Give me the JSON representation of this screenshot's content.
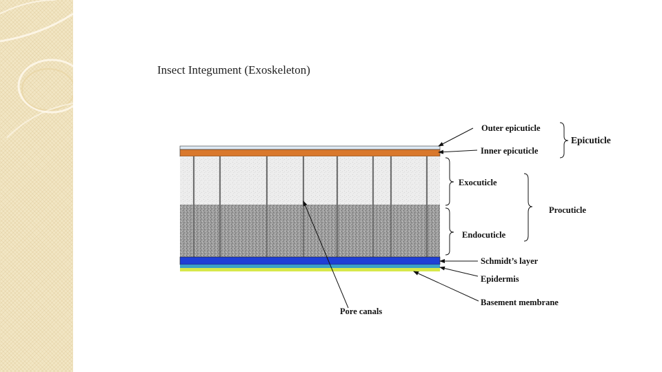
{
  "slide": {
    "title": "Insect Integument (Exoskeleton)"
  },
  "colors": {
    "sidebar": "#f2e6c4",
    "outer_epicuticle": "#dfeaf4",
    "inner_epicuticle": "#d9782c",
    "exocuticle": "#ececec",
    "endocuticle": "#9a9a9a",
    "schmidts_layer": "#1f3fd6",
    "epidermis": "#3aa0c8",
    "basement_membrane": "#d7e84a"
  },
  "diagram": {
    "labels": {
      "outer_epicuticle": "Outer epicuticle",
      "inner_epicuticle": "Inner epicuticle",
      "epicuticle": "Epicuticle",
      "exocuticle": "Exocuticle",
      "procuticle": "Procuticle",
      "endocuticle": "Endocuticle",
      "schmidts_layer": "Schmidt’s layer",
      "epidermis": "Epidermis",
      "basement_membrane": "Basement membrane",
      "pore_canals": "Pore canals"
    }
  }
}
